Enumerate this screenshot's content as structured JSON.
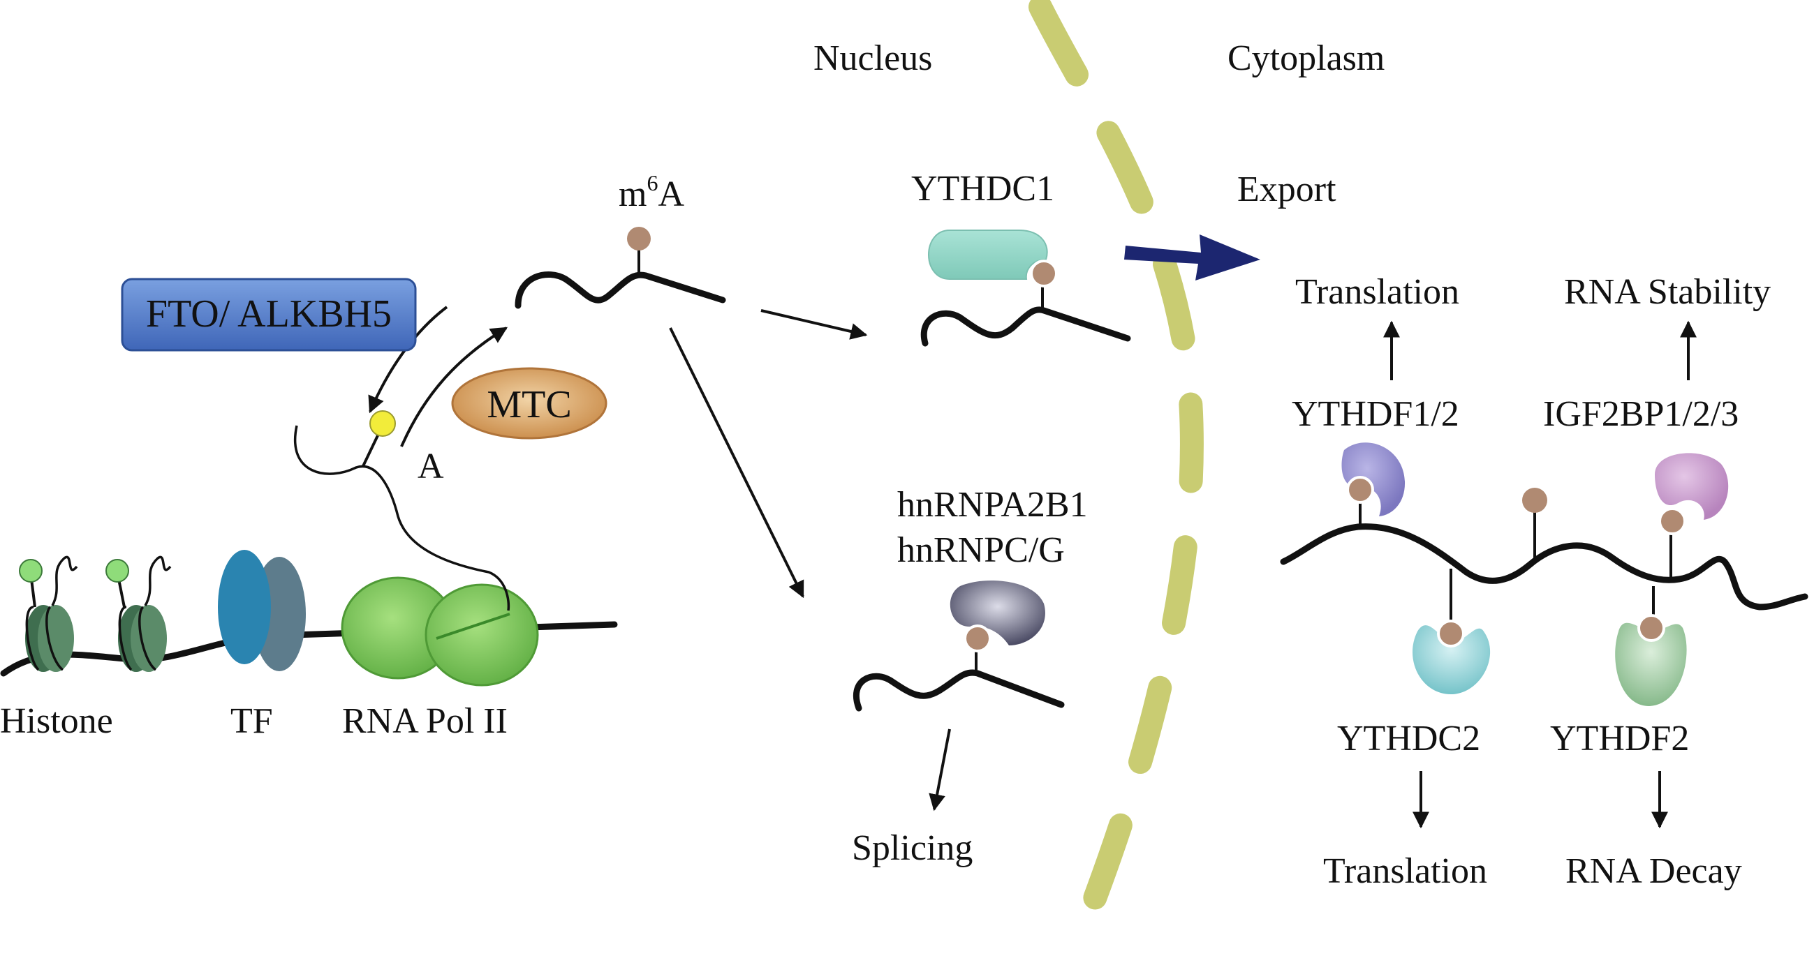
{
  "labels": {
    "nucleus": "Nucleus",
    "cytoplasm": "Cytoplasm",
    "m6a_base": "m",
    "m6a_sup": "6",
    "m6a_tail": "A",
    "fto_alkbh5": "FTO/ ALKBH5",
    "mtc": "MTC",
    "adenosine": "A",
    "histone": "Histone",
    "tf": "TF",
    "rna_pol2": "RNA Pol II",
    "ythdc1": "YTHDC1",
    "export": "Export",
    "hnrnpa2b1": "hnRNPA2B1",
    "hnrnpcg": "hnRNPC/G",
    "splicing": "Splicing",
    "translation_top": "Translation",
    "rna_stability": "RNA Stability",
    "ythdf12": "YTHDF1/2",
    "igf2bp": "IGF2BP1/2/3",
    "ythdc2": "YTHDC2",
    "ythdf2": "YTHDF2",
    "translation_bottom": "Translation",
    "rna_decay": "RNA Decay"
  },
  "colors": {
    "membrane": "#c9cc72",
    "m6a_mark": "#b08a72",
    "adenosine_mark": "#f2ec3a",
    "fto_fill": "#5b82cf",
    "mtc_fill": "#d9a264",
    "rna_pol2": "#7dc65a",
    "histone": "#3f6e4f",
    "tf_front": "#2a84b0",
    "tf_back": "#5d7c8c",
    "ythdc1": "#8fd3c3",
    "hnrnp": "#6f6f86",
    "ythdf12": "#8f8ac9",
    "igf2bp": "#c79ccc",
    "ythdc2": "#8fd0d4",
    "ythdf2": "#9cc79e",
    "export_arrow": "#1c2670"
  }
}
